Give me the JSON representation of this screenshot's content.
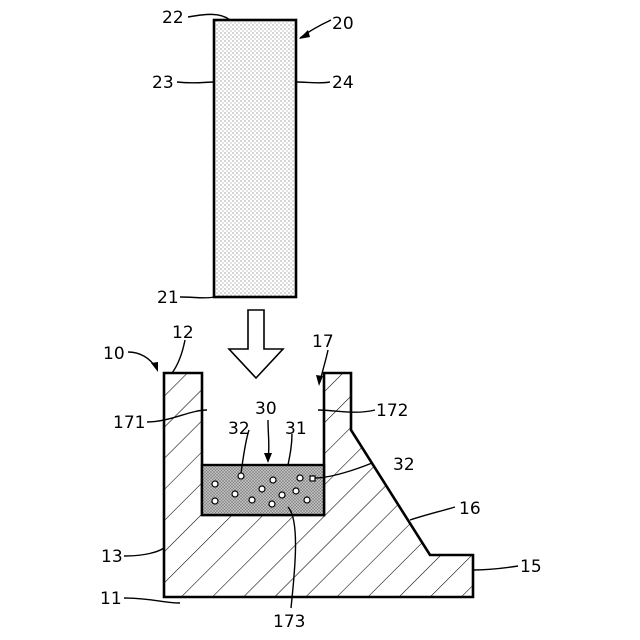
{
  "figure": {
    "labels": {
      "n22": "22",
      "n20": "20",
      "n23": "23",
      "n24": "24",
      "n21": "21",
      "n10": "10",
      "n12": "12",
      "n17": "17",
      "n171": "171",
      "n172": "172",
      "n30": "30",
      "n32a": "32",
      "n31": "31",
      "n32b": "32",
      "n16": "16",
      "n13": "13",
      "n15": "15",
      "n11": "11",
      "n173": "173"
    }
  }
}
